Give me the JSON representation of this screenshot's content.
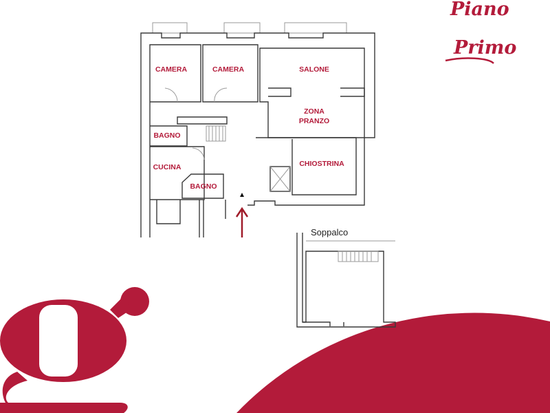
{
  "title": {
    "line1": "Piano",
    "line2": "Primo"
  },
  "rooms": {
    "camera_1": "CAMERA",
    "camera_2": "CAMERA",
    "salone": "SALONE",
    "zona_pranzo_1": "ZONA",
    "zona_pranzo_2": "PRANZO",
    "bagno_1": "BAGNO",
    "cucina": "CUCINA",
    "bagno_2": "BAGNO",
    "chiostrina": "CHIOSTRINA"
  },
  "soppalco": {
    "label": "Soppalco"
  },
  "colors": {
    "brand": "#b31b3a",
    "walls": "#3a3a3a"
  },
  "icons": {
    "entrance": "entrance-arrow-icon",
    "logo": "g-logo"
  }
}
